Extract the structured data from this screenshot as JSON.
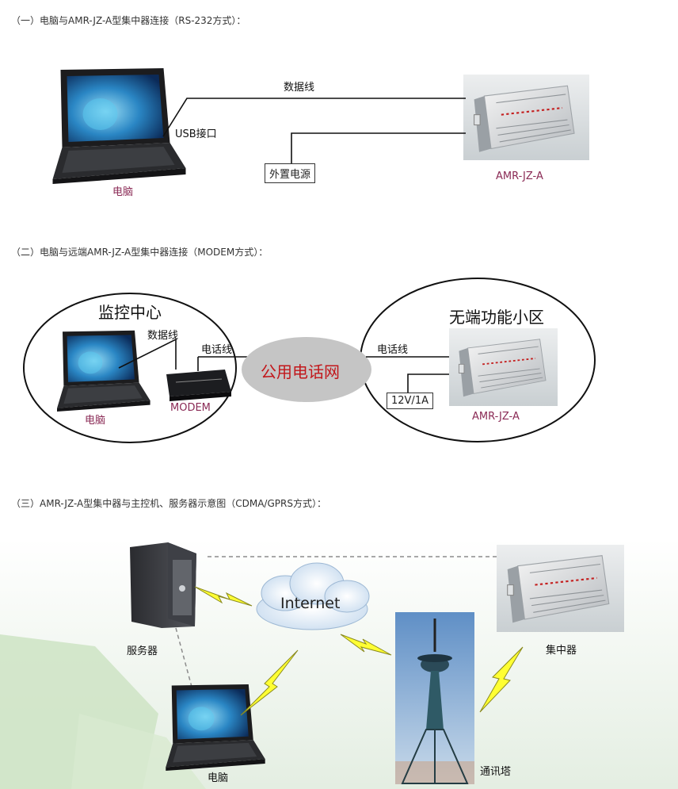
{
  "section1": {
    "heading": "（一）电脑与AMR-JZ-A型集中器连接（RS-232方式）：",
    "data_line_label": "数据线",
    "usb_label": "USB接口",
    "laptop_label": "电脑",
    "power_box": "外置电源",
    "device_label": "AMR-JZ-A"
  },
  "section2": {
    "heading": "（二）电脑与远端AMR-JZ-A型集中器连接（MODEM方式）：",
    "left_title": "监控中心",
    "right_title": "无端功能小区",
    "cloud_label": "公用电话网",
    "left_data_line": "数据线",
    "left_phone_line": "电话线",
    "right_phone_line": "电话线",
    "laptop_label": "电脑",
    "modem_label": "MODEM",
    "power_box": "12V/1A",
    "device_label": "AMR-JZ-A"
  },
  "section3": {
    "heading": "（三）AMR-JZ-A型集中器与主控机、服务器示意图（CDMA/GPRS方式）：",
    "internet_label": "Internet",
    "server_label": "服务器",
    "concentrator_label": "集中器",
    "laptop_label": "电脑",
    "tower_label": "通讯塔"
  },
  "colors": {
    "accent_label": "#8a2a55",
    "cloud_text": "#c2171b",
    "lightning": "#ffff33"
  }
}
